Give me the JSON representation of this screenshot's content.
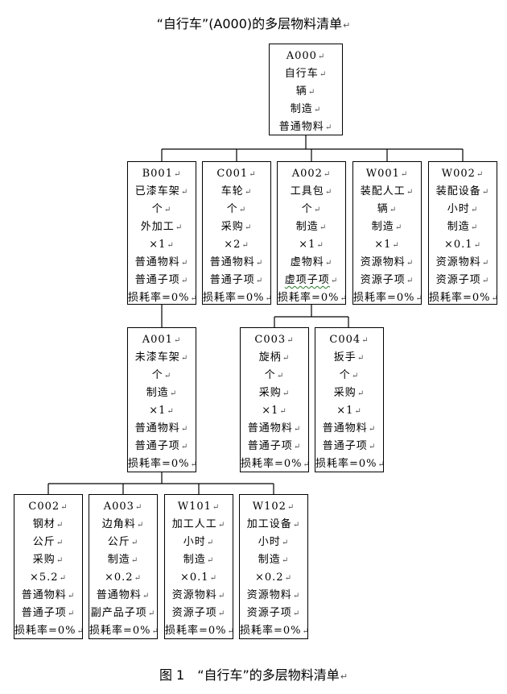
{
  "title": "“自行车”(A000)的多层物料清单",
  "caption": "图 1　“自行车”的多层物料清单",
  "nodes": {
    "A000": [
      "A000",
      "自行车",
      "辆",
      "制造",
      "普通物料"
    ],
    "B001": [
      "B001",
      "已漆车架",
      "个",
      "外加工",
      "×1",
      "普通物料",
      "普通子项",
      "损耗率=0%"
    ],
    "C001": [
      "C001",
      "车轮",
      "个",
      "采购",
      "×2",
      "普通物料",
      "普通子项",
      "损耗率=0%"
    ],
    "A002": [
      "A002",
      "工具包",
      "个",
      "制造",
      "×1",
      "虚物料",
      "虚项子项",
      "损耗率=0%"
    ],
    "W001": [
      "W001",
      "装配人工",
      "辆",
      "制造",
      "×1",
      "资源物料",
      "资源子项",
      "损耗率=0%"
    ],
    "W002": [
      "W002",
      "装配设备",
      "小时",
      "制造",
      "×0.1",
      "资源物料",
      "资源子项",
      "损耗率=0%"
    ],
    "A001": [
      "A001",
      "未漆车架",
      "个",
      "制造",
      "×1",
      "普通物料",
      "普通子项",
      "损耗率=0%"
    ],
    "C003": [
      "C003",
      "旋柄",
      "个",
      "采购",
      "×1",
      "普通物料",
      "普通子项",
      "损耗率=0%"
    ],
    "C004": [
      "C004",
      "扳手",
      "个",
      "采购",
      "×1",
      "普通物料",
      "普通子项",
      "损耗率=0%"
    ],
    "C002": [
      "C002",
      "钢材",
      "公斤",
      "采购",
      "×5.2",
      "普通物料",
      "普通子项",
      "损耗率=0%"
    ],
    "A003": [
      "A003",
      "边角料",
      "公斤",
      "制造",
      "×0.2",
      "普通物料",
      "副产品子项",
      "损耗率=0%"
    ],
    "W101": [
      "W101",
      "加工人工",
      "小时",
      "制造",
      "×0.1",
      "资源物料",
      "资源子项",
      "损耗率=0%"
    ],
    "W102": [
      "W102",
      "加工设备",
      "小时",
      "制造",
      "×0.2",
      "资源物料",
      "资源子项",
      "损耗率=0%"
    ]
  }
}
